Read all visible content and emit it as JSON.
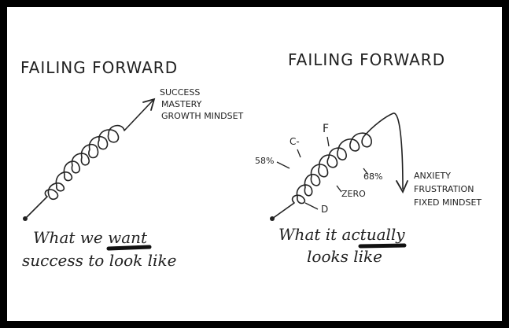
{
  "left_panel": {
    "title": "FAILING FORWARD",
    "outcomes": [
      "SUCCESS",
      "MASTERY",
      "GROWTH MINDSET"
    ],
    "caption_line1": "What we want",
    "caption_line2": "success to look like",
    "underlined_word": "want"
  },
  "right_panel": {
    "title": "FAILING FORWARD",
    "grade_labels": [
      "58%",
      "C-",
      "F",
      "68%",
      "ZERO",
      "D"
    ],
    "outcomes": [
      "ANXIETY",
      "FRUSTRATION",
      "FIXED MINDSET"
    ],
    "caption_line1": "What it actually",
    "caption_line2": "looks like",
    "underlined_word": "actually"
  }
}
